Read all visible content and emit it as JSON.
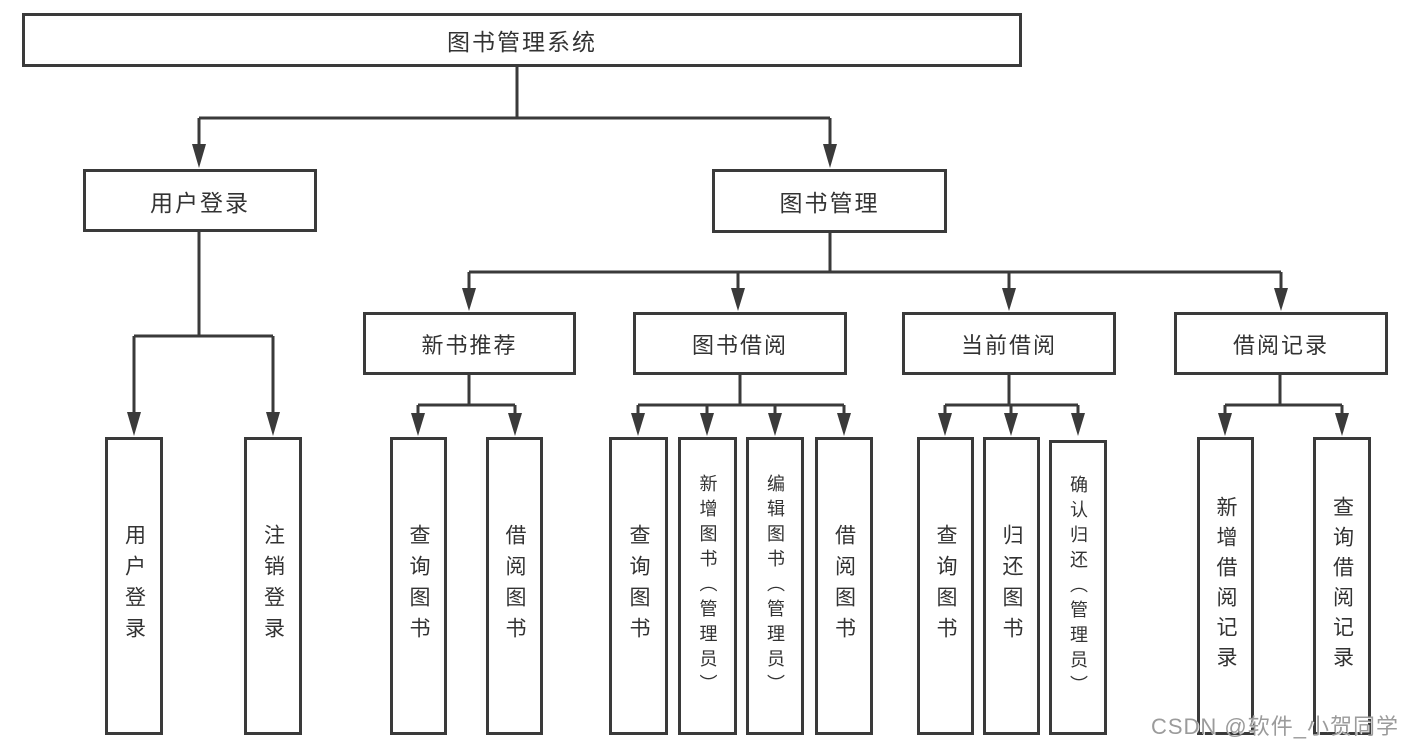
{
  "page": {
    "watermark": "CSDN @软件_小贺同学"
  },
  "colors": {
    "line": "#3a3a3a",
    "text": "#333333",
    "background": "#ffffff",
    "watermark": "#9b9b9b"
  },
  "tree": {
    "root": {
      "label": "图书管理系统"
    },
    "level2": [
      {
        "id": "user-login",
        "label": "用户登录",
        "parent": "图书管理系统"
      },
      {
        "id": "book-management",
        "label": "图书管理",
        "parent": "图书管理系统"
      }
    ],
    "level3": [
      {
        "id": "new-book-recommend",
        "label": "新书推荐",
        "parent": "图书管理"
      },
      {
        "id": "book-borrowing",
        "label": "图书借阅",
        "parent": "图书管理"
      },
      {
        "id": "current-borrowing",
        "label": "当前借阅",
        "parent": "图书管理"
      },
      {
        "id": "borrowing-records",
        "label": "借阅记录",
        "parent": "图书管理"
      }
    ],
    "leaves": [
      {
        "label": "用户登录",
        "parent": "用户登录"
      },
      {
        "label": "注销登录",
        "parent": "用户登录"
      },
      {
        "label": "查询图书",
        "parent": "新书推荐"
      },
      {
        "label": "借阅图书",
        "parent": "新书推荐"
      },
      {
        "label": "查询图书",
        "parent": "图书借阅"
      },
      {
        "label": "新增图书（管理员）",
        "parent": "图书借阅"
      },
      {
        "label": "编辑图书（管理员）",
        "parent": "图书借阅"
      },
      {
        "label": "借阅图书",
        "parent": "图书借阅"
      },
      {
        "label": "查询图书",
        "parent": "当前借阅"
      },
      {
        "label": "归还图书",
        "parent": "当前借阅"
      },
      {
        "label": "确认归还（管理员）",
        "parent": "当前借阅"
      },
      {
        "label": "新增借阅记录",
        "parent": "借阅记录"
      },
      {
        "label": "查询借阅记录",
        "parent": "借阅记录"
      }
    ]
  }
}
